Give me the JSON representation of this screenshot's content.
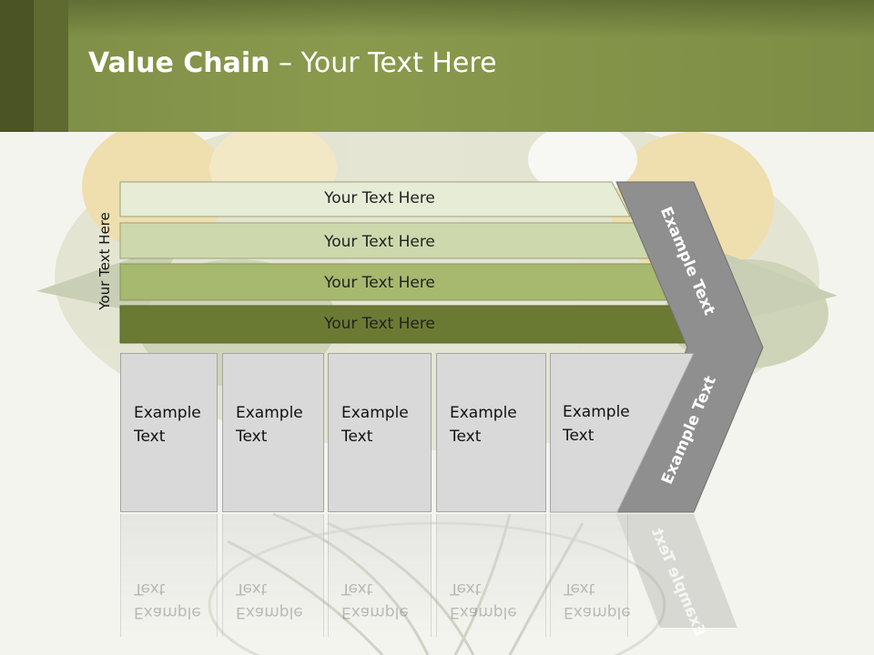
{
  "slide": {
    "title_bold": "Value Chain",
    "title_rest": " – Your Text Here",
    "side_label": "Your Text Here",
    "rows": [
      {
        "label": "Your Text Here",
        "fill": "#e6ecd6"
      },
      {
        "label": "Your Text Here",
        "fill": "#cdd9ad"
      },
      {
        "label": "Your Text Here",
        "fill": "#a7b86f"
      },
      {
        "label": "Your Text Here",
        "fill": "#6b7a33"
      }
    ],
    "boxes": [
      {
        "line1": "Example",
        "line2": "Text"
      },
      {
        "line1": "Example",
        "line2": "Text"
      },
      {
        "line1": "Example",
        "line2": "Text"
      },
      {
        "line1": "Example",
        "line2": "Text"
      },
      {
        "line1": "Example",
        "line2": "Text"
      }
    ],
    "chevron_top": "Example Text",
    "chevron_bottom": "Example Text",
    "colors": {
      "header": "#899a4d",
      "chevron": "#8f8f8f",
      "box": "#d9d9d9"
    }
  }
}
